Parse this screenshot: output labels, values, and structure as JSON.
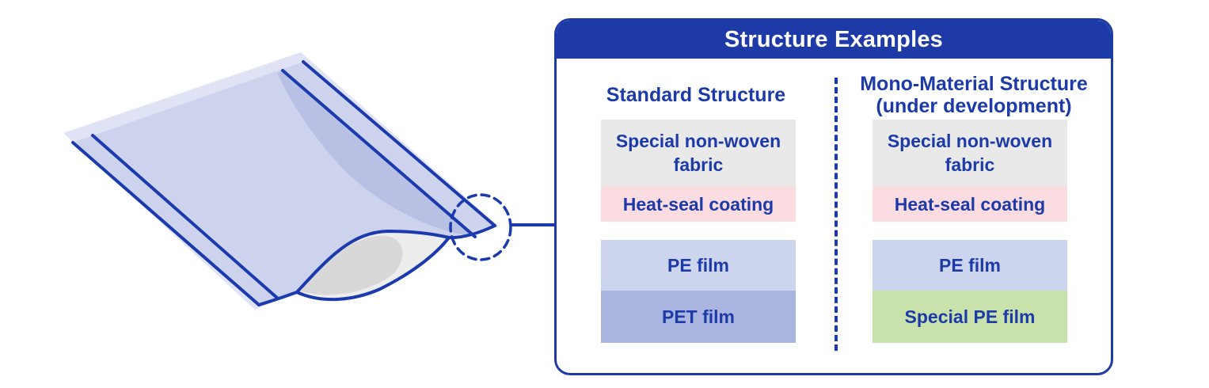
{
  "colors": {
    "accent": "#1c3aa8",
    "header_bg": "#1e3aa7",
    "panel_border": "#1e3aa7",
    "outline_blue": "#1b3aad",
    "pouch_flange": "#dfe3f5",
    "pouch_body": "#cdd3ed",
    "pouch_band": "#b8c1e4",
    "lens_light": "#ededed",
    "lens_shade": "#d8d8d8",
    "layer_gray": "#e9e9e9",
    "layer_pink": "#fbdce1",
    "layer_lavender": "#cdd4ee",
    "layer_periwinkle": "#aab5e0",
    "layer_green": "#c9e2ab"
  },
  "panel": {
    "title": "Structure Examples",
    "columns": [
      {
        "heading_lines": [
          "Standard Structure"
        ],
        "layers": [
          {
            "label": "Special non-woven fabric",
            "bg": "#e9e9e9"
          },
          {
            "label": "Heat-seal coating",
            "bg": "#fbdce1"
          },
          {
            "label": "PE film",
            "bg": "#cdd4ee"
          },
          {
            "label": "PET film",
            "bg": "#aab5e0"
          }
        ]
      },
      {
        "heading_lines": [
          "Mono-Material Structure",
          "(under development)"
        ],
        "layers": [
          {
            "label": "Special non-woven fabric",
            "bg": "#e9e9e9"
          },
          {
            "label": "Heat-seal coating",
            "bg": "#fbdce1"
          },
          {
            "label": "PE film",
            "bg": "#cdd4ee"
          },
          {
            "label": "Special PE film",
            "bg": "#c9e2ab"
          }
        ]
      }
    ]
  }
}
